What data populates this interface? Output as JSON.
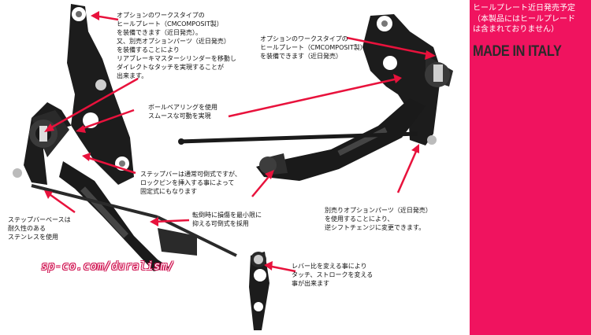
{
  "side_panel": {
    "note_line_1": "ヒールプレート近日発売予定",
    "note_line_2": "（本製品にはヒールプレード",
    "note_line_3": "は含まれておりません）",
    "made_in": "MADE IN ITALY"
  },
  "url": "sp-co.com/duralism/",
  "callouts": {
    "heel_left": [
      "オプションのワークスタイプの",
      "ヒールプレート（CMCOMPOSIT製）",
      "を装備できます（近日発売）。",
      "又、別売オプションパーツ（近日発売）",
      "を装備することにより",
      "リアブレーキマスターシリンダーを移動し",
      "ダイレクトなタッチを実現することが",
      "出来ます。"
    ],
    "heel_right": [
      "オプションのワークスタイプの",
      "ヒールプレート（CMCOMPOSIT製）",
      "を装備できます（近日発売）"
    ],
    "bearing": [
      "ボールベアリングを使用",
      "スムースな可動を実現"
    ],
    "step_bar": [
      "ステップバーは通常可倒式ですが、",
      "ロックピンを挿入する事によって",
      "固定式にもなります"
    ],
    "base_stainless": [
      "ステップバーベースは",
      "耐久性のある",
      "ステンレスを使用"
    ],
    "folding": [
      "転倒時に損傷を最小限に",
      "抑える可倒式を採用"
    ],
    "reverse_shift": [
      "別売りオプションパーツ（近日発売）",
      "を使用することにより、",
      "逆シフトチェンジに変更できます。"
    ],
    "lever_ratio": [
      "レバー比を変える事により",
      "タッチ、ストロークを変える",
      "事が出来ます"
    ]
  },
  "colors": {
    "panel": "#f0135f",
    "arrow": "#e8123c",
    "part": "#1a1a1a"
  }
}
